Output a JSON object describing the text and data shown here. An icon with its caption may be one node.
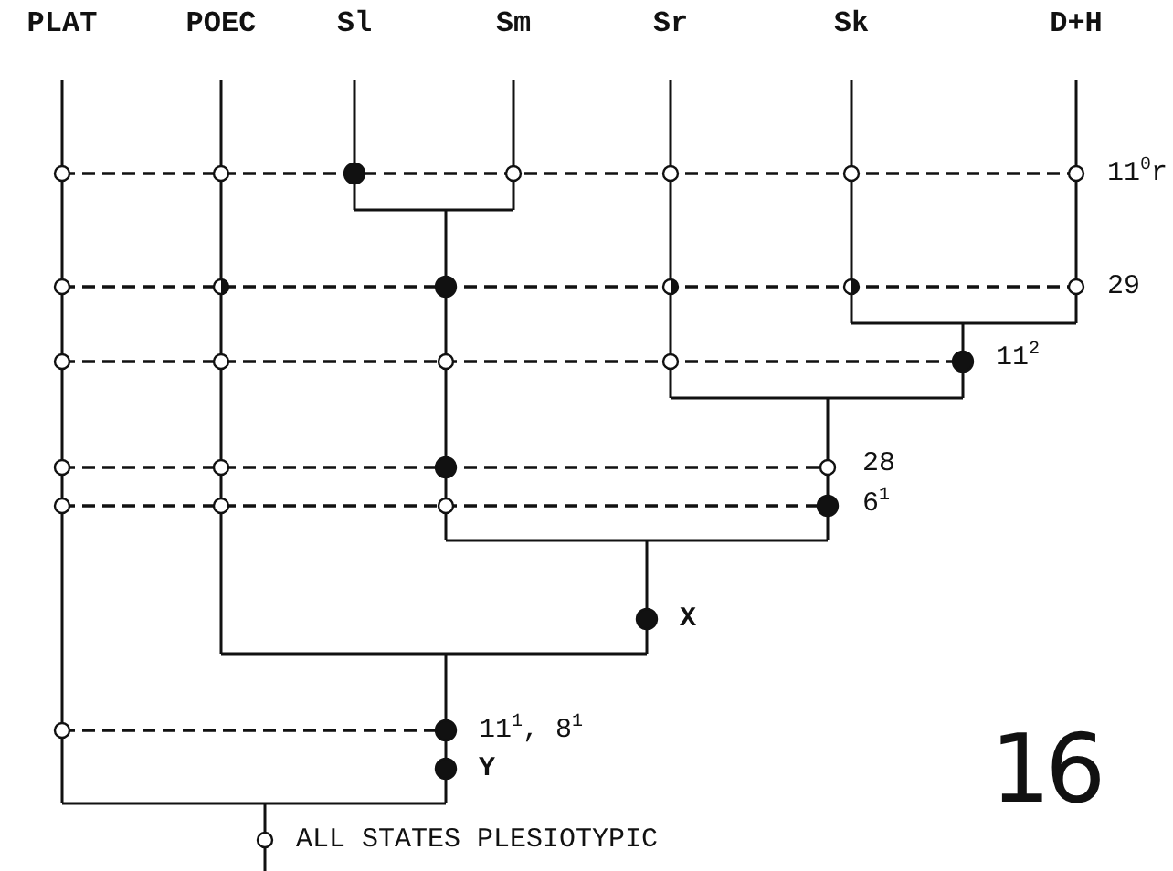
{
  "diagram": {
    "nodes": [
      {
        "text": [
          "PLAT"
        ]
      },
      {
        "text": [
          "POEC"
        ]
      },
      {
        "text": [
          "Sl"
        ]
      },
      {
        "text": [
          "Sm"
        ]
      },
      {
        "text": [
          "Sr"
        ]
      },
      {
        "text": [
          "Sk"
        ]
      },
      {
        "text": [
          "D+H"
        ]
      }
    ],
    "labels": [
      "11$^{0}$r",
      "29",
      "11$^{2}$",
      "28",
      "6$^{1}$",
      "X",
      "11$^{1}$, 8$^{1}$",
      "Y",
      "ALL STATES PLESIOTYPIC",
      "16"
    ]
  }
}
